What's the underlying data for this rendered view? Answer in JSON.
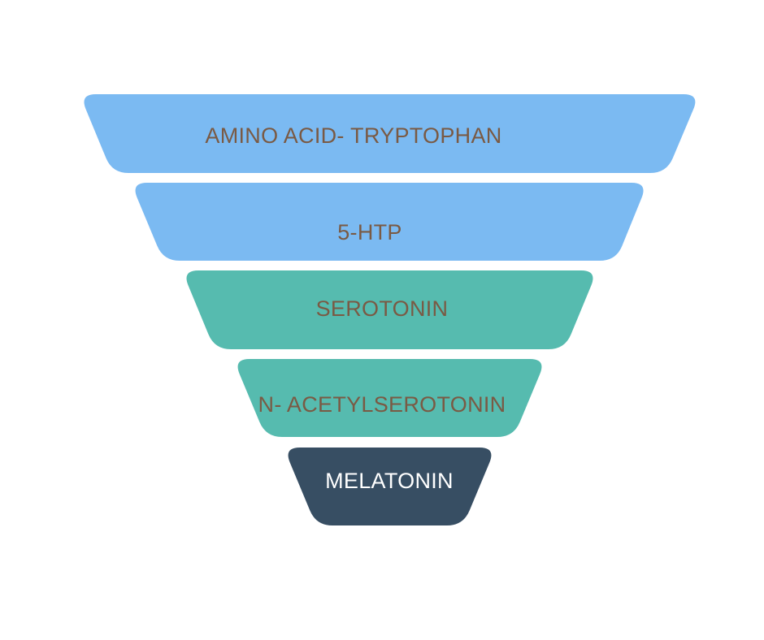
{
  "funnel": {
    "tiers": [
      {
        "label": "AMINO ACID- TRYPTOPHAN",
        "fill": "#7bbaf2",
        "text_color": "#7a5a44"
      },
      {
        "label": "5-HTP",
        "fill": "#7bbaf2",
        "text_color": "#7a5a44"
      },
      {
        "label": "SEROTONIN",
        "fill": "#56bbaf",
        "text_color": "#7a5a44"
      },
      {
        "label": "N- ACETYLSEROTONIN",
        "fill": "#56bbaf",
        "text_color": "#7a5a44"
      },
      {
        "label": "MELATONIN",
        "fill": "#374e63",
        "text_color": "#ffffff"
      }
    ]
  }
}
